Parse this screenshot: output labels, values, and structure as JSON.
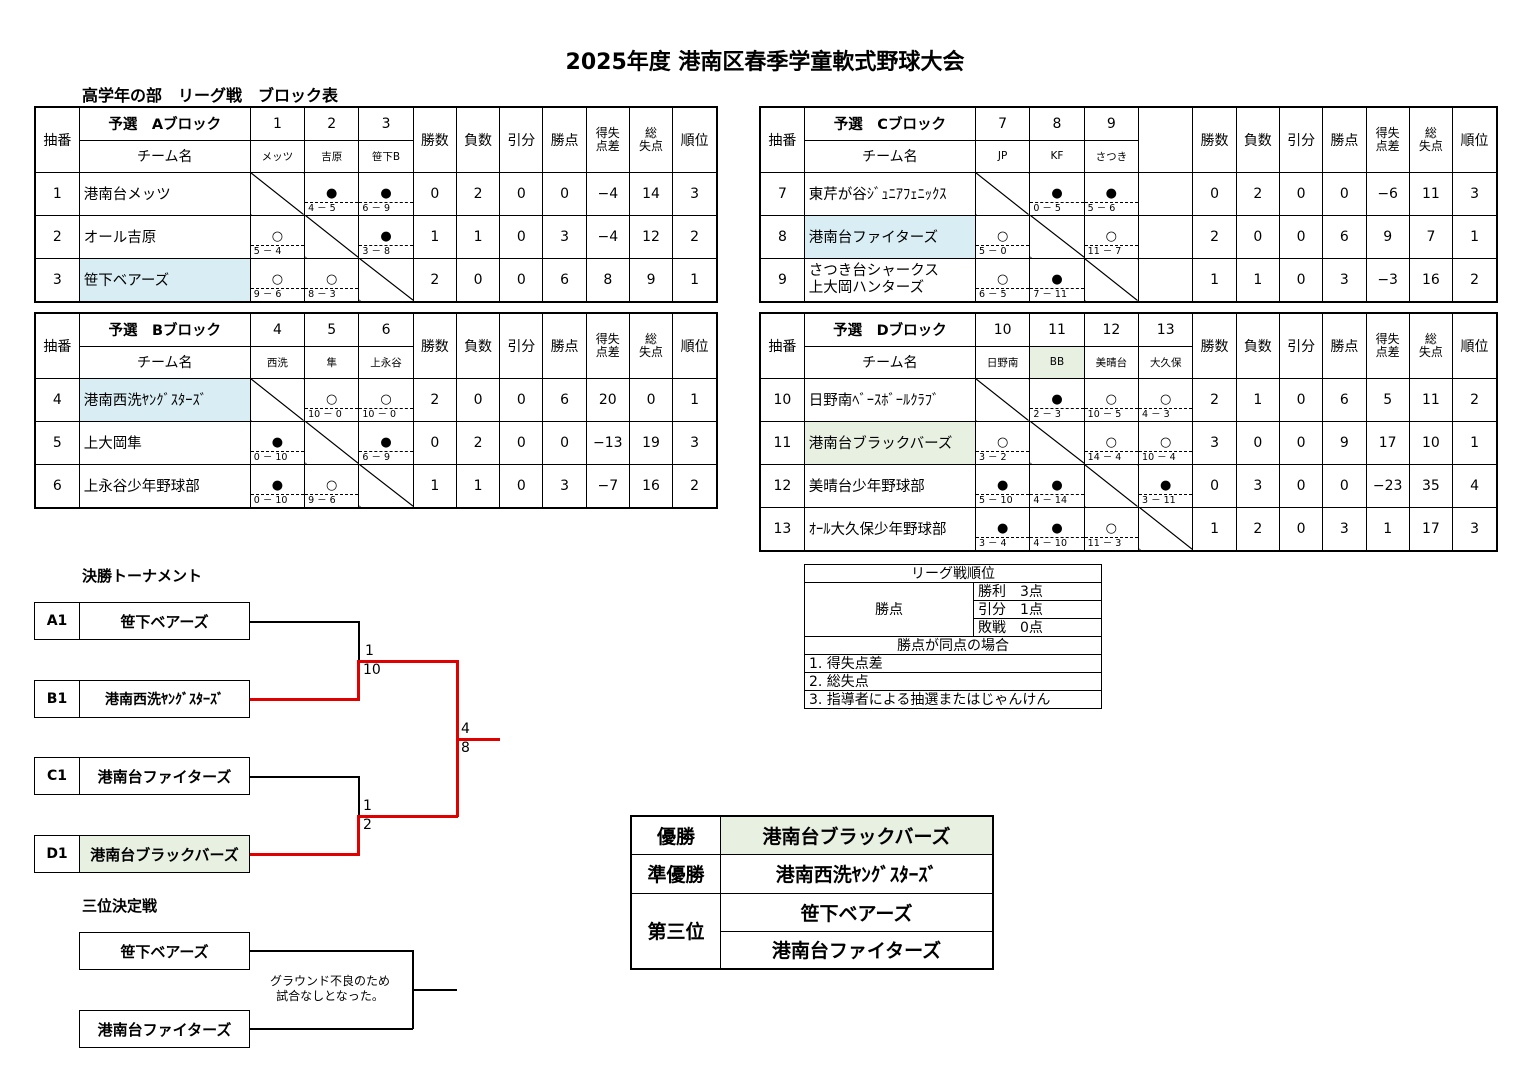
{
  "title": "2025年度 港南区春季学童軟式野球大会",
  "subtitle": "高学年の部　リーグ戦　ブロック表",
  "headers": {
    "lot": "抽番",
    "team_name": "チーム名",
    "wins": "勝数",
    "losses": "負数",
    "draws": "引分",
    "points": "勝点",
    "run_diff": "得失点差",
    "runs_against": "総失点",
    "rank": "順位"
  },
  "blocks": {
    "A": {
      "name": "予選　Aブロック",
      "col_nums": [
        "1",
        "2",
        "3"
      ],
      "col_abbr": [
        "メッツ",
        "吉原",
        "笹下B"
      ],
      "rows": [
        {
          "no": "1",
          "team": "港南台メッツ",
          "r": [
            null,
            {
              "m": "●",
              "s": "4 － 5"
            },
            {
              "m": "●",
              "s": "6 － 9"
            }
          ],
          "w": "0",
          "l": "2",
          "d": "0",
          "pt": "0",
          "df": "−4",
          "ra": "14",
          "rk": "3"
        },
        {
          "no": "2",
          "team": "オール吉原",
          "r": [
            {
              "m": "○",
              "s": "5 － 4"
            },
            null,
            {
              "m": "●",
              "s": "3 － 8"
            }
          ],
          "w": "1",
          "l": "1",
          "d": "0",
          "pt": "3",
          "df": "−4",
          "ra": "12",
          "rk": "2"
        },
        {
          "no": "3",
          "team": "笹下ベアーズ",
          "r": [
            {
              "m": "○",
              "s": "9 － 6"
            },
            {
              "m": "○",
              "s": "8 － 3"
            },
            null
          ],
          "w": "2",
          "l": "0",
          "d": "0",
          "pt": "6",
          "df": "8",
          "ra": "9",
          "rk": "1"
        }
      ]
    },
    "B": {
      "name": "予選　Bブロック",
      "col_nums": [
        "4",
        "5",
        "6"
      ],
      "col_abbr": [
        "西洗",
        "隼",
        "上永谷"
      ],
      "rows": [
        {
          "no": "4",
          "team": "港南西洗ﾔﾝｸﾞｽﾀｰｽﾞ",
          "r": [
            null,
            {
              "m": "○",
              "s": "10 － 0"
            },
            {
              "m": "○",
              "s": "10 － 0"
            }
          ],
          "w": "2",
          "l": "0",
          "d": "0",
          "pt": "6",
          "df": "20",
          "ra": "0",
          "rk": "1"
        },
        {
          "no": "5",
          "team": "上大岡隼",
          "r": [
            {
              "m": "●",
              "s": "0 － 10"
            },
            null,
            {
              "m": "●",
              "s": "6 － 9"
            }
          ],
          "w": "0",
          "l": "2",
          "d": "0",
          "pt": "0",
          "df": "−13",
          "ra": "19",
          "rk": "3"
        },
        {
          "no": "6",
          "team": "上永谷少年野球部",
          "r": [
            {
              "m": "●",
              "s": "0 － 10"
            },
            {
              "m": "○",
              "s": "9 － 6"
            },
            null
          ],
          "w": "1",
          "l": "1",
          "d": "0",
          "pt": "3",
          "df": "−7",
          "ra": "16",
          "rk": "2"
        }
      ]
    },
    "C": {
      "name": "予選　Cブロック",
      "col_nums": [
        "7",
        "8",
        "9"
      ],
      "col_abbr": [
        "JP",
        "KF",
        "さつき"
      ],
      "rows": [
        {
          "no": "7",
          "team": "東芹が谷ｼﾞｭﾆｱﾌｪﾆｯｸｽ",
          "r": [
            null,
            {
              "m": "●",
              "s": "0 － 5"
            },
            {
              "m": "●",
              "s": "5 － 6"
            }
          ],
          "w": "0",
          "l": "2",
          "d": "0",
          "pt": "0",
          "df": "−6",
          "ra": "11",
          "rk": "3"
        },
        {
          "no": "8",
          "team": "港南台ファイターズ",
          "r": [
            {
              "m": "○",
              "s": "5 － 0"
            },
            null,
            {
              "m": "○",
              "s": "11 － 7"
            }
          ],
          "w": "2",
          "l": "0",
          "d": "0",
          "pt": "6",
          "df": "9",
          "ra": "7",
          "rk": "1"
        },
        {
          "no": "9",
          "team": "さつき台シャークス",
          "team2": "上大岡ハンターズ",
          "r": [
            {
              "m": "○",
              "s": "6 － 5"
            },
            {
              "m": "●",
              "s": "7 － 11"
            },
            null
          ],
          "w": "1",
          "l": "1",
          "d": "0",
          "pt": "3",
          "df": "−3",
          "ra": "16",
          "rk": "2"
        }
      ]
    },
    "D": {
      "name": "予選　Dブロック",
      "col_nums": [
        "10",
        "11",
        "12",
        "13"
      ],
      "col_abbr": [
        "日野南",
        "BB",
        "美晴台",
        "大久保"
      ],
      "rows": [
        {
          "no": "10",
          "team": "日野南ﾍﾞｰｽﾎﾞｰﾙｸﾗﾌﾞ",
          "r": [
            null,
            {
              "m": "●",
              "s": "2 － 3"
            },
            {
              "m": "○",
              "s": "10 － 5"
            },
            {
              "m": "○",
              "s": "4 － 3"
            }
          ],
          "w": "2",
          "l": "1",
          "d": "0",
          "pt": "6",
          "df": "5",
          "ra": "11",
          "rk": "2"
        },
        {
          "no": "11",
          "team": "港南台ブラックバーズ",
          "r": [
            {
              "m": "○",
              "s": "3 － 2"
            },
            null,
            {
              "m": "○",
              "s": "14 － 4"
            },
            {
              "m": "○",
              "s": "10 － 4"
            }
          ],
          "w": "3",
          "l": "0",
          "d": "0",
          "pt": "9",
          "df": "17",
          "ra": "10",
          "rk": "1"
        },
        {
          "no": "12",
          "team": "美晴台少年野球部",
          "r": [
            {
              "m": "●",
              "s": "5 － 10"
            },
            {
              "m": "●",
              "s": "4 － 14"
            },
            null,
            {
              "m": "●",
              "s": "3 － 11"
            }
          ],
          "w": "0",
          "l": "3",
          "d": "0",
          "pt": "0",
          "df": "−23",
          "ra": "35",
          "rk": "4"
        },
        {
          "no": "13",
          "team": "ｵｰﾙ大久保少年野球部",
          "r": [
            {
              "m": "●",
              "s": "3 － 4"
            },
            {
              "m": "●",
              "s": "4 － 10"
            },
            {
              "m": "○",
              "s": "11 － 3"
            },
            null
          ],
          "w": "1",
          "l": "2",
          "d": "0",
          "pt": "3",
          "df": "1",
          "ra": "17",
          "rk": "3"
        }
      ]
    }
  },
  "tournament": {
    "title": "決勝トーナメント",
    "entries": [
      {
        "seed": "A1",
        "team": "笹下ベアーズ"
      },
      {
        "seed": "B1",
        "team": "港南西洗ﾔﾝｸﾞｽﾀｰｽﾞ"
      },
      {
        "seed": "C1",
        "team": "港南台ファイターズ"
      },
      {
        "seed": "D1",
        "team": "港南台ブラックバーズ"
      }
    ],
    "scores": {
      "sf1_top": "1",
      "sf1_bottom": "10",
      "sf2_top": "1",
      "sf2_bottom": "2",
      "final_top": "4",
      "final_bottom": "8"
    },
    "line_color": "#e00000"
  },
  "third_place": {
    "title": "三位決定戦",
    "team1": "笹下ベアーズ",
    "team2": "港南台ファイターズ",
    "note1": "グラウンド不良のため",
    "note2": "試合なしとなった。"
  },
  "rules": {
    "title": "リーグ戦順位",
    "points_label": "勝点",
    "win": "勝利　3点",
    "draw": "引分　1点",
    "loss": "敗戦　0点",
    "tie_title": "勝点が同点の場合",
    "tie1": "1. 得失点差",
    "tie2": "2. 総失点",
    "tie3": "3. 指導者による抽選またはじゃんけん"
  },
  "results": {
    "champion_label": "優勝",
    "champion": "港南台ブラックバーズ",
    "runnerup_label": "準優勝",
    "runnerup": "港南西洗ﾔﾝｸﾞｽﾀｰｽﾞ",
    "third_label": "第三位",
    "third1": "笹下ベアーズ",
    "third2": "港南台ファイターズ"
  },
  "colors": {
    "highlight_blue": "#d9eef4",
    "highlight_green": "#e8f0e2",
    "bracket_red": "#e00000"
  }
}
